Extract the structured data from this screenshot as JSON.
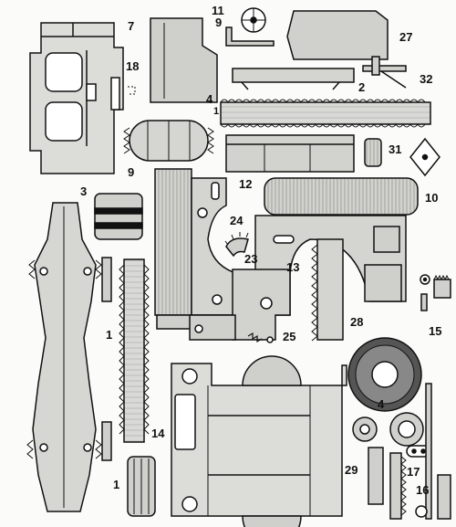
{
  "labels": [
    "7",
    "9",
    "11",
    "27",
    "18",
    "2",
    "32",
    "4",
    "1",
    "9",
    "31",
    "3",
    "12",
    "10",
    "24",
    "23",
    "13",
    "1",
    "28",
    "15",
    "25",
    "14",
    "4",
    "1",
    "29",
    "17",
    "16"
  ]
}
